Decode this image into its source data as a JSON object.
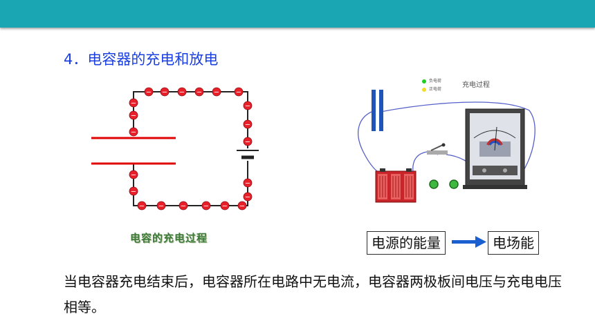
{
  "heading": "4．电容器的充电和放电",
  "left_figure": {
    "caption": "电容的充电过程",
    "minus_sign": "−"
  },
  "right_figure": {
    "legend": [
      {
        "label": "负电荷",
        "color": "#22cc22"
      },
      {
        "label": "正电荷",
        "color": "#f2dd2a"
      }
    ],
    "process_label": "充电过程"
  },
  "energy_flow": {
    "from": "电源的能量",
    "to": "电场能"
  },
  "body_text": "当电容器充电结束后，电容器所在电路中无电流，电容器两极板间电压与充电电压相等。",
  "colors": {
    "topbar": "#1aa7b3",
    "heading": "#1a3fe0",
    "charge": "#e8202a",
    "plate": "#e00000",
    "arrow": "#1a5fd0"
  }
}
